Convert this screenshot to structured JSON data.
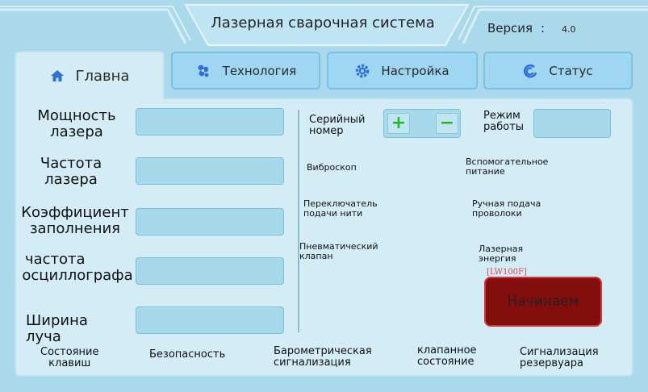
{
  "header": {
    "title": "Лазерная сварочная система",
    "version_label": "Версия",
    "version_sep": ":",
    "version_value": "4.0"
  },
  "tabs": [
    {
      "label": "Главна",
      "icon": "home-icon",
      "active": true
    },
    {
      "label": "Технология",
      "icon": "flower-icon",
      "active": false
    },
    {
      "label": "Настройка",
      "icon": "gear-icon",
      "active": false
    },
    {
      "label": "Статус",
      "icon": "swirl-icon",
      "active": false
    }
  ],
  "left_fields": [
    {
      "label_1": "Мощность",
      "label_2": "лазера",
      "value": ""
    },
    {
      "label_1": "Частота",
      "label_2": "лазера",
      "value": ""
    },
    {
      "label_1": "Коэффициент",
      "label_2": "заполнения",
      "value": ""
    },
    {
      "label_1": "частота",
      "label_2": "осциллографа",
      "value": ""
    },
    {
      "label_1": "Ширина луча",
      "label_2": "",
      "value": ""
    }
  ],
  "serial": {
    "label_1": "Серийный",
    "label_2": "номер",
    "plus": "+",
    "minus": "−"
  },
  "mode": {
    "label_1": "Режим",
    "label_2": "работы",
    "value": ""
  },
  "indicators": {
    "vibroscope": "Виброскоп",
    "aux_power_1": "Вспомогательное",
    "aux_power_2": "питание",
    "wire_switch_1": "Переключатель",
    "wire_switch_2": "подачи нити",
    "manual_wire_1": "Ручная подача",
    "manual_wire_2": "проволоки",
    "pneumatic_1": "Пневматический",
    "pneumatic_2": "клапан",
    "laser_energy_1": "Лазерная",
    "laser_energy_2": "энергия"
  },
  "model_tag": "[LW100F]",
  "start_label": "Начинаем",
  "status_bar": [
    {
      "line_1": "Состояние",
      "line_2": "клавиш"
    },
    {
      "line_1": "Безопасность",
      "line_2": ""
    },
    {
      "line_1": "Барометрическая",
      "line_2": "сигнализация"
    },
    {
      "line_1": "клапанное",
      "line_2": "состояние"
    },
    {
      "line_1": "Сигнализация",
      "line_2": "резервуара"
    }
  ],
  "colors": {
    "background": "#a9d9ea",
    "panel": "#d3ecf6",
    "field": "#a6d9ea",
    "start_button": "#840d0d",
    "plus_minus": "#2bb52b",
    "tag": "#d54848"
  }
}
